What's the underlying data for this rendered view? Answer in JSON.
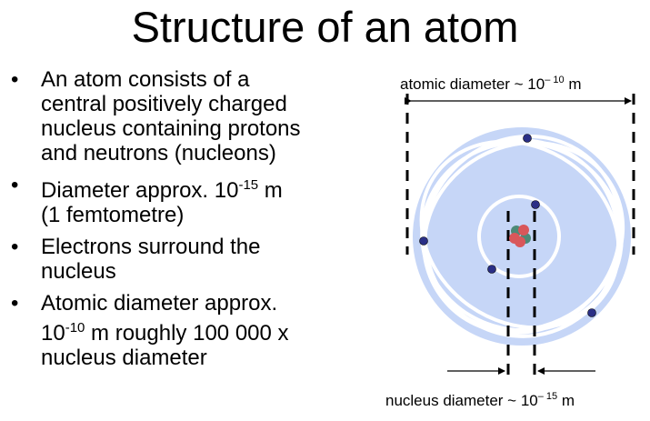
{
  "title": "Structure of an atom",
  "bullets": [
    {
      "lines": [
        "An atom consists of a",
        "central positively charged",
        "nucleus containing protons",
        "and neutrons (nucleons)"
      ]
    },
    {
      "lines": [
        {
          "text": "Diameter approx. 10",
          "sup": "-15",
          "after": " m"
        },
        "(1 femtometre)"
      ]
    },
    {
      "lines": [
        "Electrons surround the",
        "nucleus"
      ]
    },
    {
      "lines": [
        "Atomic diameter approx.",
        {
          "text": "10",
          "sup": "-10",
          "after": " m roughly 100 000 x"
        },
        "nucleus diameter"
      ]
    }
  ],
  "diagram": {
    "atomic_label": {
      "text": "atomic diameter  ~ 10",
      "sup": "– 10",
      "after": " m"
    },
    "nucleus_label": {
      "text": "nucleus diameter  ~ 10",
      "sup": "– 15",
      "after": " m"
    },
    "colors": {
      "electron_cloud": "#c6d6f7",
      "orbit": "#ffffff",
      "electron": "#2a2f86",
      "proton": "#d9575a",
      "neutron": "#4c8a77"
    },
    "electron_count": 5,
    "nucleon_count": 5
  }
}
